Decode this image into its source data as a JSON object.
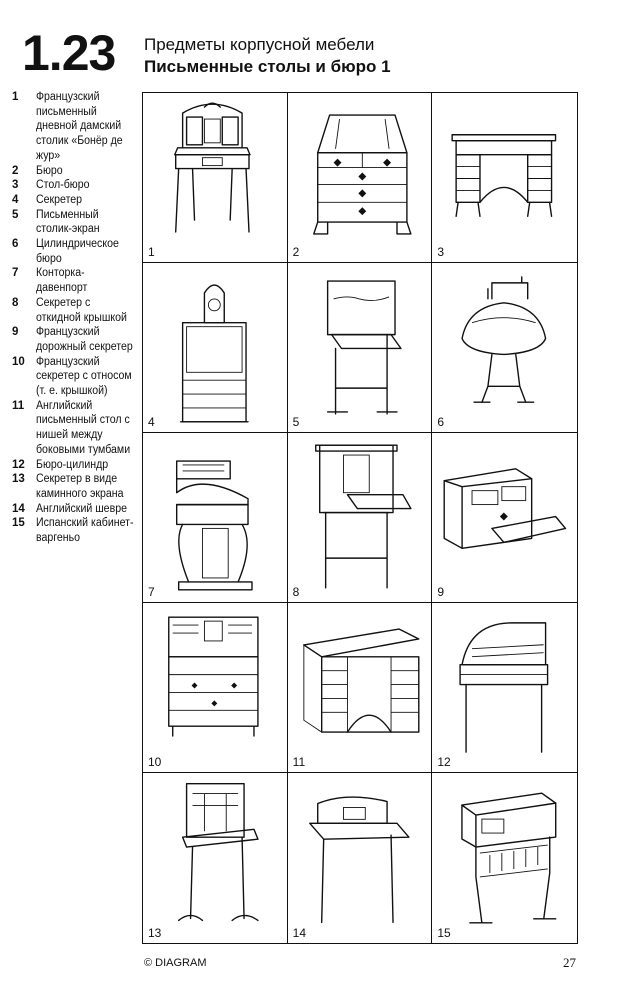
{
  "header": {
    "section_number": "1.23",
    "title_line1": "Предметы корпусной мебели",
    "title_line2": "Письменные столы и бюро 1"
  },
  "legend": [
    {
      "num": "1",
      "text": "Французский письменный дневной дамский столик «Бонёр де жур»"
    },
    {
      "num": "2",
      "text": "Бюро"
    },
    {
      "num": "3",
      "text": "Стол-бюро"
    },
    {
      "num": "4",
      "text": "Секретер"
    },
    {
      "num": "5",
      "text": "Письменный столик-экран"
    },
    {
      "num": "6",
      "text": "Цилиндрическое бюро"
    },
    {
      "num": "7",
      "text": "Конторка-давенпорт"
    },
    {
      "num": "8",
      "text": "Секретер с откидной крышкой"
    },
    {
      "num": "9",
      "text": "Французский дорожный секретер"
    },
    {
      "num": "10",
      "text": "Французский секретер с относом (т. е. крышкой)"
    },
    {
      "num": "11",
      "text": "Английский письменный стол с нишей между боковыми тумбами"
    },
    {
      "num": "12",
      "text": "Бюро-цилиндр"
    },
    {
      "num": "13",
      "text": "Секретер в виде каминного экрана"
    },
    {
      "num": "14",
      "text": "Английский шевре"
    },
    {
      "num": "15",
      "text": "Испанский кабинет-варгеньо"
    }
  ],
  "grid_labels": [
    "1",
    "2",
    "3",
    "4",
    "5",
    "6",
    "7",
    "8",
    "9",
    "10",
    "11",
    "12",
    "13",
    "14",
    "15"
  ],
  "footer": {
    "copyright": "© DIAGRAM",
    "page_number": "27"
  }
}
